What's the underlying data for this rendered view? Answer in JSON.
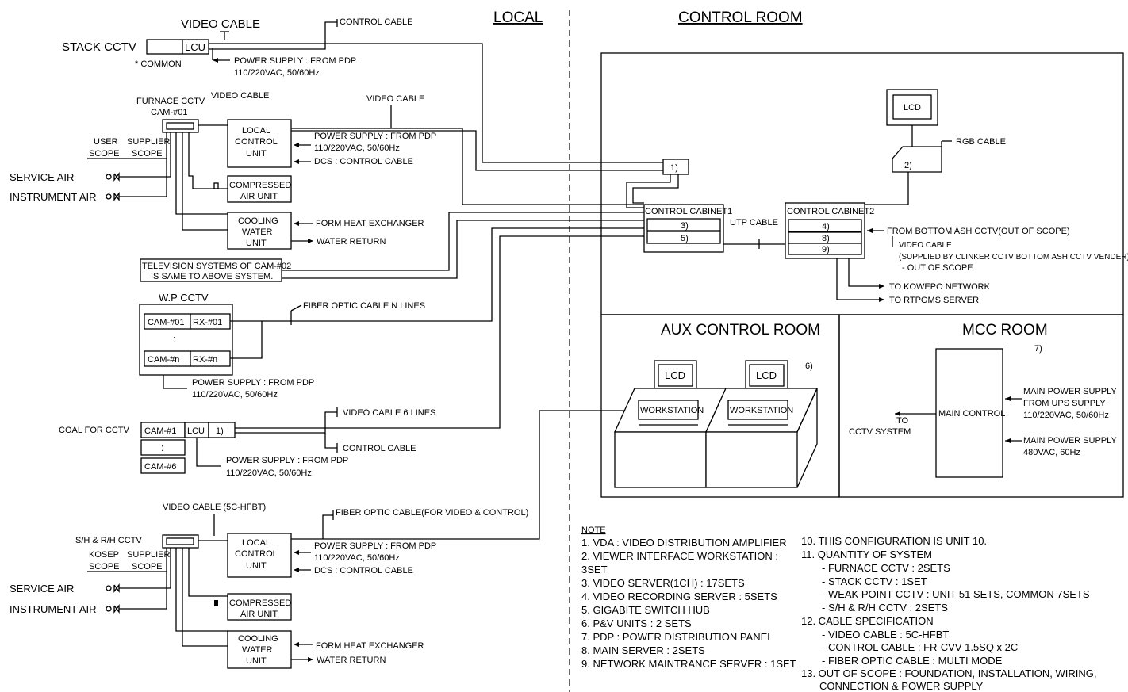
{
  "headers": {
    "local": "LOCAL",
    "control_room": "CONTROL ROOM",
    "aux_control_room": "AUX CONTROL ROOM",
    "mcc_room": "MCC ROOM"
  },
  "stack": {
    "label": "STACK CCTV",
    "lcu": "LCU",
    "common": "* COMMON",
    "video_cable": "VIDEO CABLE",
    "control_cable": "CONTROL CABLE",
    "power1": "POWER SUPPLY : FROM PDP",
    "power2": "110/220VAC, 50/60Hz"
  },
  "furnace": {
    "label": "FURNACE CCTV",
    "cam": "CAM-#01",
    "video_cable": "VIDEO CABLE",
    "video_cable2": "VIDEO CABLE",
    "lcu1": "LOCAL",
    "lcu2": "CONTROL",
    "lcu3": "UNIT",
    "power1": "POWER SUPPLY : FROM PDP",
    "power2": "110/220VAC, 50/60Hz",
    "dcs": "DCS : CONTROL CABLE",
    "user_scope1": "USER",
    "user_scope2": "SCOPE",
    "supplier_scope1": "SUPPLIER",
    "supplier_scope2": "SCOPE",
    "service_air": "SERVICE AIR",
    "instrument_air": "INSTRUMENT AIR",
    "compressed1": "COMPRESSED",
    "compressed2": "AIR UNIT",
    "cooling1": "COOLING",
    "cooling2": "WATER",
    "cooling3": "UNIT",
    "heat_exchanger": "FORM HEAT EXCHANGER",
    "water_return": "WATER RETURN"
  },
  "tv_note": {
    "line1": "TELEVISION SYSTEMS OF CAM-#02",
    "line2": "IS SAME TO ABOVE SYSTEM."
  },
  "wp": {
    "label": "W.P CCTV",
    "cam1": "CAM-#01",
    "rx1": "RX-#01",
    "dots": ":",
    "camn": "CAM-#n",
    "rxn": "RX-#n",
    "fiber": "FIBER OPTIC CABLE N LINES",
    "power1": "POWER SUPPLY : FROM PDP",
    "power2": "110/220VAC, 50/60Hz"
  },
  "coal": {
    "label": "COAL FOR CCTV",
    "cam1": "CAM-#1",
    "dots": ":",
    "cam6": "CAM-#6",
    "lcu": "LCU",
    "one": "1)",
    "video6": "VIDEO CABLE 6 LINES",
    "control_cable": "CONTROL CABLE",
    "power1": "POWER SUPPLY : FROM PDP",
    "power2": "110/220VAC, 50/60Hz"
  },
  "sh": {
    "label": "S/H & R/H CCTV",
    "video_cable": "VIDEO CABLE (5C-HFBT)",
    "fiber": "FIBER OPTIC CABLE(FOR VIDEO & CONTROL)",
    "kosep1": "KOSEP",
    "kosep2": "SCOPE",
    "supplier1": "SUPPLIER",
    "supplier2": "SCOPE",
    "lcu1": "LOCAL",
    "lcu2": "CONTROL",
    "lcu3": "UNIT",
    "power1": "POWER SUPPLY : FROM PDP",
    "power2": "110/220VAC, 50/60Hz",
    "dcs": "DCS : CONTROL CABLE",
    "service_air": "SERVICE AIR",
    "instrument_air": "INSTRUMENT AIR",
    "compressed1": "COMPRESSED",
    "compressed2": "AIR UNIT",
    "cooling1": "COOLING",
    "cooling2": "WATER",
    "cooling3": "UNIT",
    "heat_exchanger": "FORM HEAT EXCHANGER",
    "water_return": "WATER RETURN"
  },
  "control": {
    "box1": "1)",
    "box2": "2)",
    "lcd": "LCD",
    "rgb": "RGB CABLE",
    "cab1": "CONTROL CABINET1",
    "cab1_a": "3)",
    "cab1_b": "5)",
    "utp": "UTP CABLE",
    "cab2": "CONTROL CABINET2",
    "cab2_a": "4)",
    "cab2_b": "8)",
    "cab2_c": "9)",
    "bottom_ash": "FROM BOTTOM ASH CCTV(OUT OF SCOPE)",
    "video_cable": "VIDEO CABLE",
    "supplied": "(SUPPLIED BY CLINKER CCTV BOTTOM ASH CCTV VENDER)",
    "out_of_scope": "- OUT OF SCOPE",
    "kowepo": "TO KOWEPO NETWORK",
    "rtpgms": "TO RTPGMS SERVER"
  },
  "aux": {
    "lcd": "LCD",
    "workstation": "WORKSTATION",
    "six": "6)"
  },
  "mcc": {
    "seven": "7)",
    "main_control": "MAIN CONTROL",
    "to1": "TO",
    "to2": "CCTV SYSTEM",
    "ups1": "MAIN POWER SUPPLY",
    "ups2": "FROM UPS SUPPLY",
    "ups3": "110/220VAC, 50/60Hz",
    "mp1": "MAIN POWER SUPPLY",
    "mp2": "480VAC, 60Hz"
  },
  "notes": {
    "title": "NOTE",
    "left": [
      "1. VDA : VIDEO DISTRIBUTION AMPLIFIER",
      "2. VIEWER INTERFACE WORKSTATION :",
      "3SET",
      "3. VIDEO SERVER(1CH) : 17SETS",
      "4. VIDEO RECORDING SERVER : 5SETS",
      "5. GIGABITE SWITCH HUB",
      "6. P&V UNITS : 2 SETS",
      "7. PDP : POWER DISTRIBUTION PANEL",
      "8. MAIN SERVER : 2SETS",
      "9. NETWORK MAINTRANCE SERVER : 1SET"
    ],
    "right": [
      "10. THIS CONFIGURATION IS UNIT 10.",
      "11. QUANTITY OF SYSTEM",
      "- FURNACE CCTV : 2SETS",
      "- STACK CCTV : 1SET",
      "- WEAK POINT CCTV : UNIT 51 SETS, COMMON 7SETS",
      "- S/H & R/H CCTV : 2SETS",
      "12. CABLE SPECIFICATION",
      "- VIDEO CABLE : 5C-HFBT",
      "- CONTROL CABLE : FR-CVV 1.5SQ x 2C",
      "- FIBER OPTIC CABLE : MULTI MODE",
      "13. OUT OF SCOPE : FOUNDATION, INSTALLATION, WIRING,",
      "CONNECTION & POWER SUPPLY"
    ]
  }
}
